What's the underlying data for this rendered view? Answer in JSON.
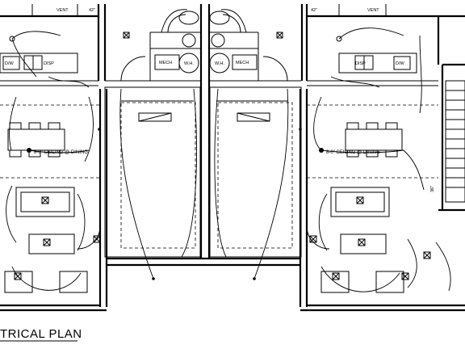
{
  "drawing": {
    "title": "TRICAL PLAN",
    "labels": {
      "vent": "VENT",
      "dw": "D/W",
      "disp": "DISP",
      "mech": "MECH",
      "wh": "W.H.",
      "ceiling_left": "8-0\" CEILING @ DINING",
      "ceiling_right": "8-0\" CEILING @ DINING",
      "height_42": "42\"",
      "height_36": "36\""
    }
  }
}
